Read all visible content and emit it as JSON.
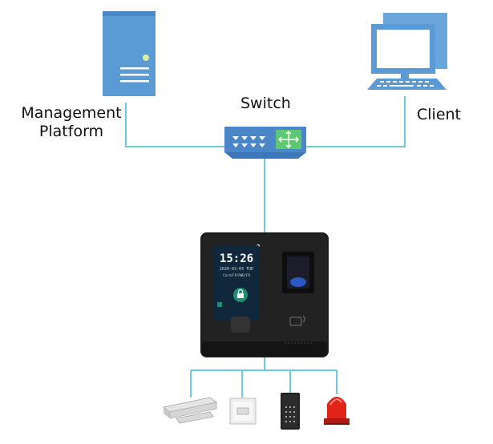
{
  "labels": {
    "management_platform_line1": "Management",
    "management_platform_line2": "Platform",
    "switch": "Switch",
    "client": "Client"
  },
  "device_screen": {
    "time": "15:26",
    "date": "2020-03-03 TUE",
    "info": "Card/FP/PWD/FR"
  },
  "colors": {
    "line": "#6ccbd8",
    "server": "#5b9bd5",
    "switch_body": "#4a86c8",
    "switch_green": "#5cc870",
    "device_body": "#1a1a1a"
  },
  "icons": [
    "server-icon",
    "computer-icon",
    "switch-icon",
    "access-terminal-icon",
    "magnetic-lock-icon",
    "exit-button-icon",
    "keypad-reader-icon",
    "alarm-siren-icon"
  ]
}
